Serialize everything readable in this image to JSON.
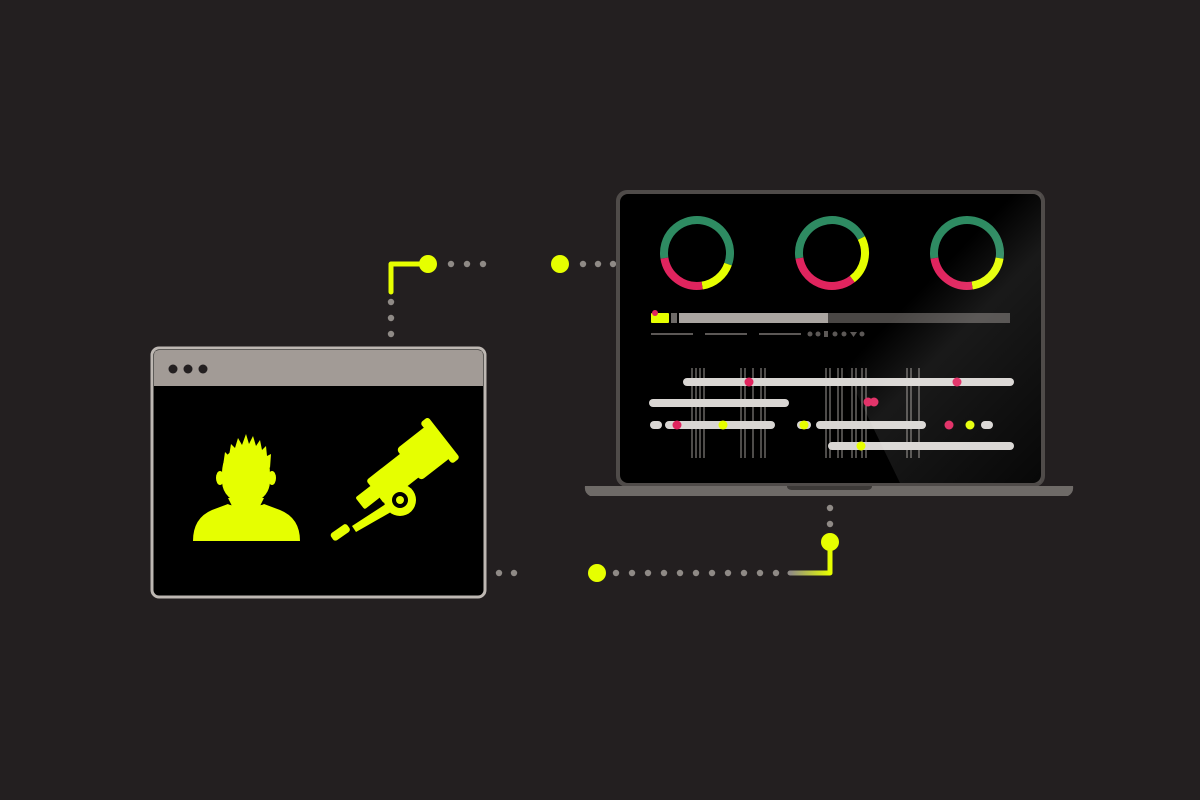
{
  "colors": {
    "background": "#231f20",
    "accent": "#e6ff00",
    "connector_dot": "#8f8a86",
    "window_chrome": "#a29b96",
    "window_border": "#bdb7b2",
    "screen": "#000000",
    "laptop_body": "#6e6a67",
    "donut_green": "#2e8b62",
    "donut_yellow": "#e6ff00",
    "donut_red": "#e0245e",
    "track": "#d9d6d3",
    "track_dim": "#4a4745"
  },
  "browser_window": {
    "dots": 3,
    "icons": [
      "user-silhouette-icon",
      "telescope-icon"
    ]
  },
  "laptop": {
    "donuts": [
      {
        "green": 0.58,
        "yellow": 0.17,
        "red": 0.25
      },
      {
        "green": 0.45,
        "yellow": 0.22,
        "red": 0.33
      },
      {
        "green": 0.55,
        "yellow": 0.2,
        "red": 0.25
      }
    ],
    "progress": 0.45
  }
}
